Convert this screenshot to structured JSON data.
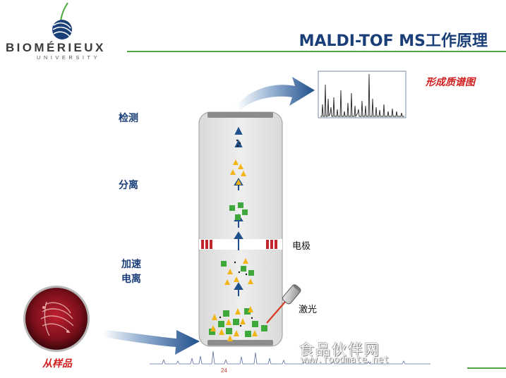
{
  "header": {
    "logo_text": "BIOMÉRIEUX",
    "logo_subtext": "UNIVERSITY",
    "title": "MALDI-TOF MS工作原理"
  },
  "steps": {
    "detect": "检测",
    "separate": "分离",
    "accelerate": "加速",
    "ionize": "电离"
  },
  "labels": {
    "spectrum": "形成质谱图",
    "electrode": "电极",
    "laser": "激光",
    "sample": "从样品"
  },
  "footer": {
    "page_number": "24",
    "watermark": "食品伙伴网",
    "watermark_url": "www.foodmate.net"
  },
  "colors": {
    "title_blue": "#1a3e78",
    "accent_green": "#4aa83c",
    "label_red": "#d21f1f",
    "arrow_blue": "#1f4f8c",
    "electrode_red": "#c0262b",
    "ion_yellow": "#f2b417",
    "ion_green": "#3fa83a"
  },
  "icons": {
    "logo": "biomerieux-logo-icon",
    "sample_plate": "agar-plate-icon",
    "laser": "laser-icon"
  }
}
